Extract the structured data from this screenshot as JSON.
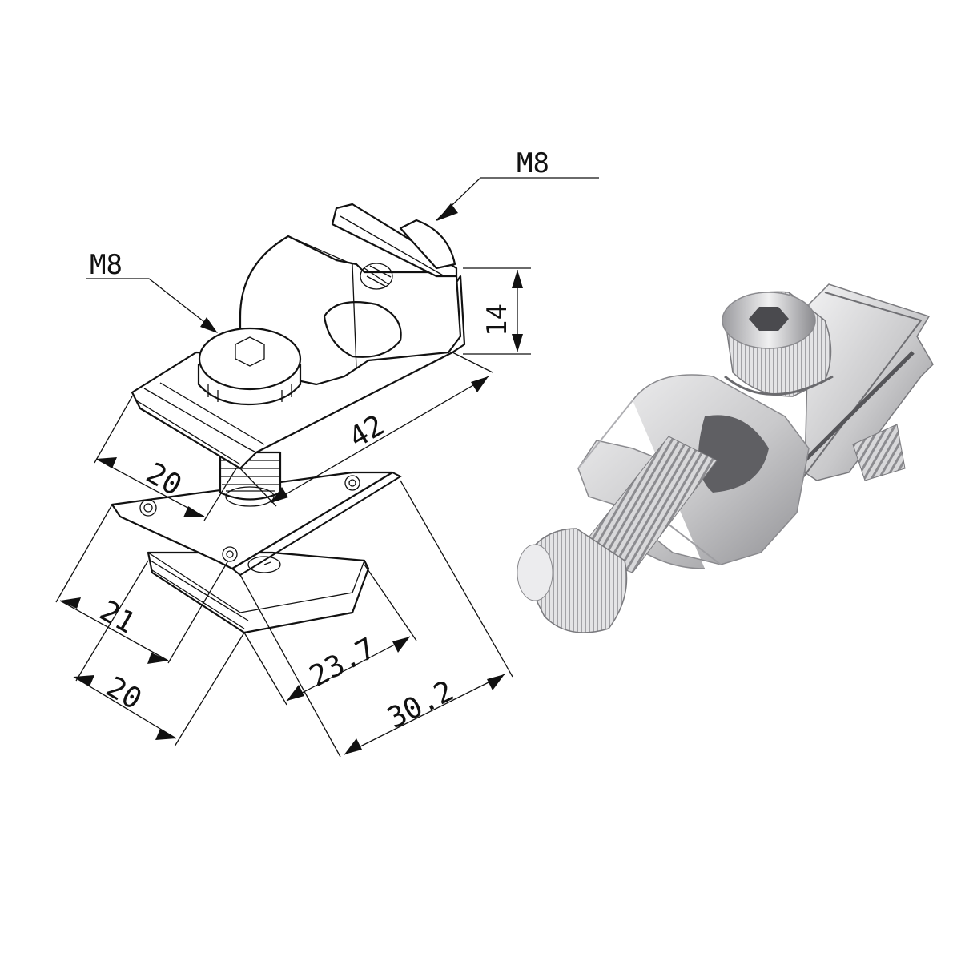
{
  "drawing": {
    "callouts": {
      "bolt_thread_top": "M8",
      "bolt_thread_left": "M8"
    },
    "dimensions": {
      "height": "14",
      "length": "42",
      "width_upper": "20",
      "width_mid": "21",
      "width_lower": "20",
      "nut_length": "23.7",
      "total_depth": "30.2"
    }
  },
  "photo": {
    "colors": {
      "metal_light": "#e9e9ea",
      "metal_mid": "#c4c4c6",
      "metal_dark": "#8e8e92",
      "shadow": "#6f6f73"
    }
  }
}
